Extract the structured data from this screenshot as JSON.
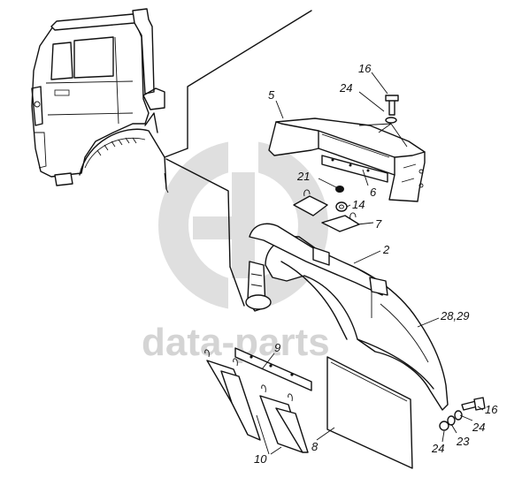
{
  "watermark": {
    "text": "data-parts",
    "logo": "GD-logo"
  },
  "callouts": [
    {
      "id": "c16a",
      "text": "16"
    },
    {
      "id": "c24a",
      "text": "24"
    },
    {
      "id": "c5",
      "text": "5"
    },
    {
      "id": "c21",
      "text": "21"
    },
    {
      "id": "c6",
      "text": "6"
    },
    {
      "id": "c14",
      "text": "14"
    },
    {
      "id": "c7",
      "text": "7"
    },
    {
      "id": "c2",
      "text": "2"
    },
    {
      "id": "c2829",
      "text": "28,29"
    },
    {
      "id": "c9",
      "text": "9"
    },
    {
      "id": "c16b",
      "text": "16"
    },
    {
      "id": "c24b",
      "text": "24"
    },
    {
      "id": "c23",
      "text": "23"
    },
    {
      "id": "c24c",
      "text": "24"
    },
    {
      "id": "c8",
      "text": "8"
    },
    {
      "id": "c10",
      "text": "10"
    }
  ]
}
